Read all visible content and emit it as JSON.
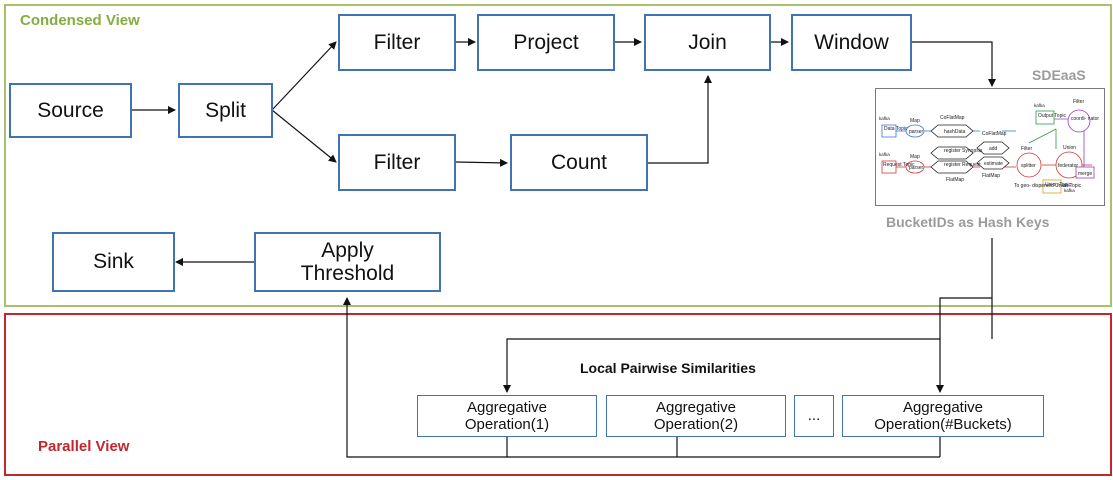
{
  "regions": {
    "condensed_title": "Condensed View",
    "parallel_title": "Parallel View"
  },
  "nodes": {
    "source": "Source",
    "split": "Split",
    "filter_top": "Filter",
    "filter_bottom": "Filter",
    "project": "Project",
    "join": "Join",
    "count": "Count",
    "window": "Window",
    "sink": "Sink",
    "apply_threshold": "Apply\nThreshold",
    "agg_1": "Aggregative\nOperation(1)",
    "agg_2": "Aggregative\nOperation(2)",
    "agg_ellipsis": "...",
    "agg_n": "Aggregative\nOperation(#Buckets)"
  },
  "labels": {
    "sdeaas": "SDEaaS",
    "bucketids": "BucketIDs as Hash Keys",
    "local_pairwise": "Local Pairwise Similarities"
  },
  "mini_diagram": {
    "kafka_1": "kafka",
    "kafka_2": "kafka",
    "kafka_3": "kafka",
    "kafka_4": "kafka",
    "data_topic": "Data\nTopic",
    "request_topic": "Request\nTopic",
    "map_1": "Map",
    "map_2": "Map",
    "parser_1": "parser",
    "parser_2": "parser",
    "coflatmap_1": "CoFlatMap",
    "coflatmap_2": "CoFlatMap",
    "hashdata": "hashData",
    "register_synopsis": "register\nSynopsis",
    "register_request": "register\nRequest",
    "flatmap_1": "FlatMap",
    "flatmap_2": "FlatMap",
    "add": "add",
    "estimate": "estimate",
    "filter": "Filter",
    "splitter": "splitter",
    "union": "Union",
    "federator": "federator",
    "output_topic": "Output\nTopic",
    "filter_2": "Filter",
    "coordinator": "coordi-\nnator",
    "merge": "merge",
    "union_topic": "Union\nTopic",
    "geo_dispersed": "To geo-\ndispersed\nUnion Topic"
  },
  "colors": {
    "green_border": "#a9c26a",
    "red_border": "#c0282d",
    "node_border": "#3f73b2",
    "green_title": "#86ad3f",
    "red_title": "#c0282d"
  }
}
